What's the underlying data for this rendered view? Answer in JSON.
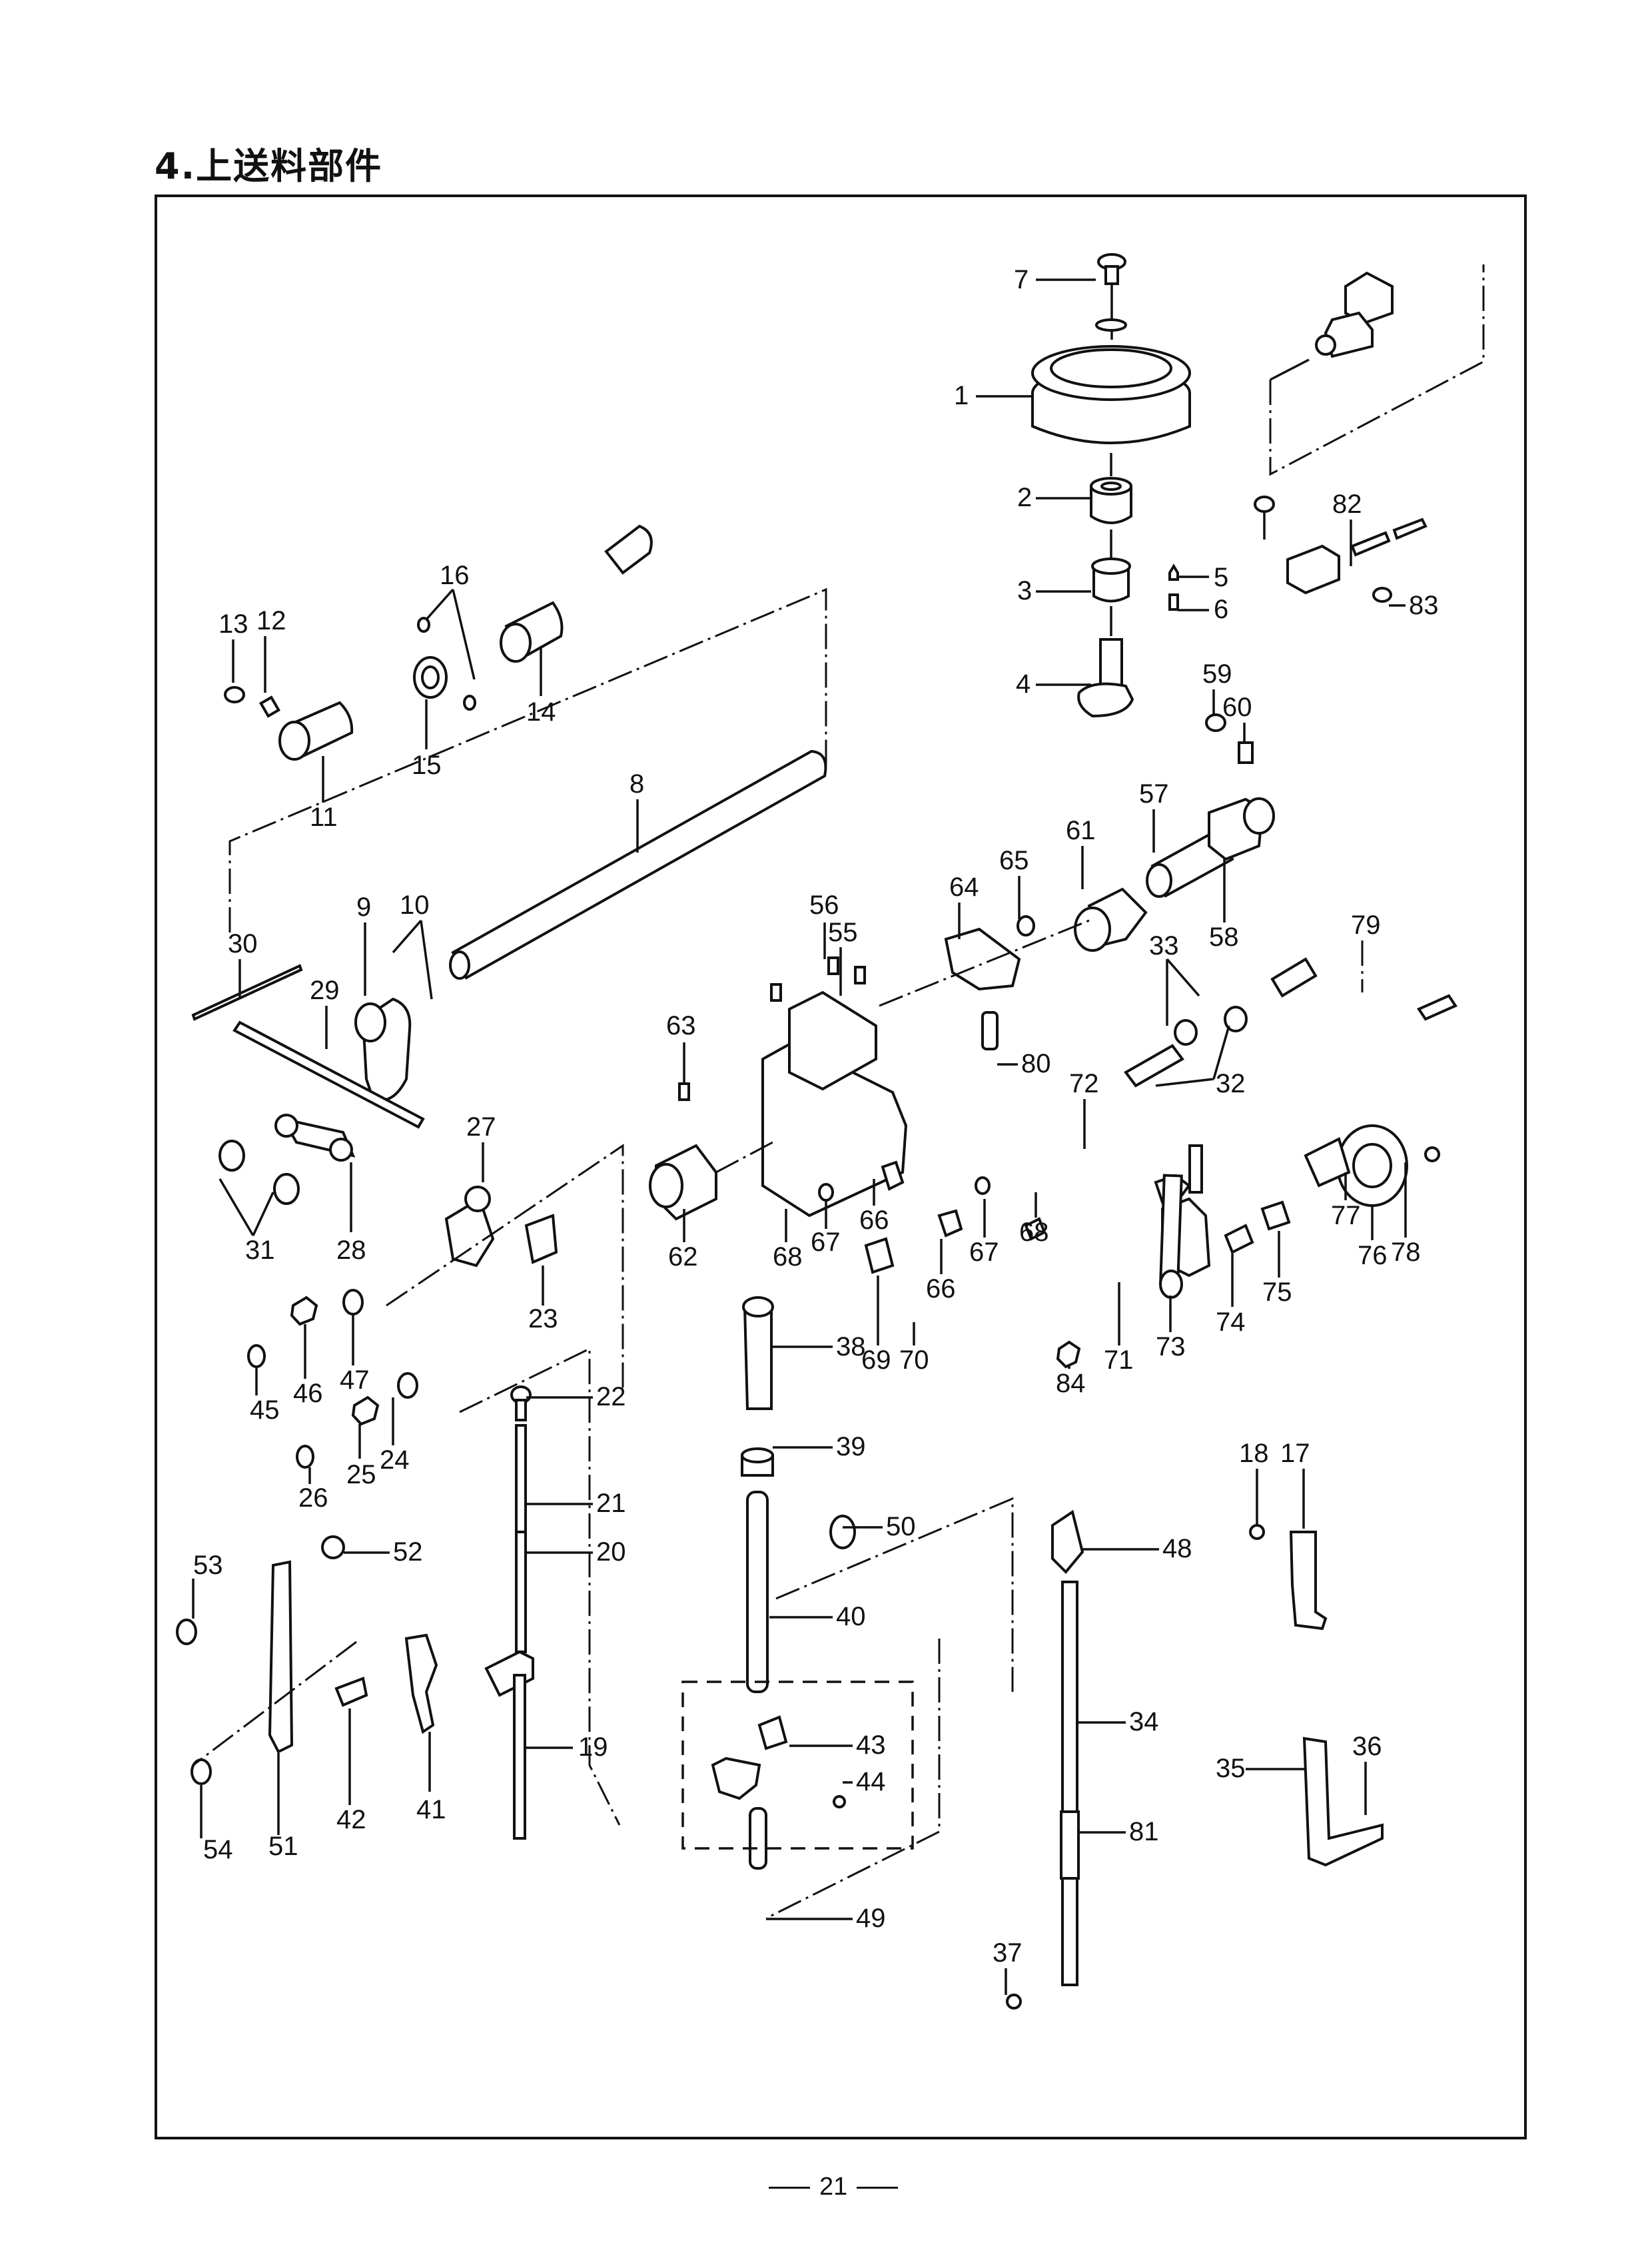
{
  "page": {
    "title": "4.上送料部件",
    "page_number": "21"
  },
  "diagram": {
    "type": "exploded parts diagram",
    "callouts": [
      {
        "id": "1",
        "label": "1"
      },
      {
        "id": "2",
        "label": "2"
      },
      {
        "id": "3",
        "label": "3"
      },
      {
        "id": "4",
        "label": "4"
      },
      {
        "id": "5",
        "label": "5"
      },
      {
        "id": "6",
        "label": "6"
      },
      {
        "id": "7",
        "label": "7"
      },
      {
        "id": "8",
        "label": "8"
      },
      {
        "id": "9",
        "label": "9"
      },
      {
        "id": "10",
        "label": "10"
      },
      {
        "id": "11",
        "label": "11"
      },
      {
        "id": "12",
        "label": "12"
      },
      {
        "id": "13",
        "label": "13"
      },
      {
        "id": "14",
        "label": "14"
      },
      {
        "id": "15",
        "label": "15"
      },
      {
        "id": "16",
        "label": "16"
      },
      {
        "id": "17",
        "label": "17"
      },
      {
        "id": "18",
        "label": "18"
      },
      {
        "id": "19",
        "label": "19"
      },
      {
        "id": "20",
        "label": "20"
      },
      {
        "id": "21",
        "label": "21"
      },
      {
        "id": "22",
        "label": "22"
      },
      {
        "id": "23",
        "label": "23"
      },
      {
        "id": "24",
        "label": "24"
      },
      {
        "id": "25",
        "label": "25"
      },
      {
        "id": "26",
        "label": "26"
      },
      {
        "id": "27",
        "label": "27"
      },
      {
        "id": "28",
        "label": "28"
      },
      {
        "id": "29",
        "label": "29"
      },
      {
        "id": "30",
        "label": "30"
      },
      {
        "id": "31",
        "label": "31"
      },
      {
        "id": "32",
        "label": "32"
      },
      {
        "id": "33",
        "label": "33"
      },
      {
        "id": "34",
        "label": "34"
      },
      {
        "id": "35",
        "label": "35"
      },
      {
        "id": "36",
        "label": "36"
      },
      {
        "id": "37",
        "label": "37"
      },
      {
        "id": "38",
        "label": "38"
      },
      {
        "id": "39",
        "label": "39"
      },
      {
        "id": "40",
        "label": "40"
      },
      {
        "id": "41",
        "label": "41"
      },
      {
        "id": "42",
        "label": "42"
      },
      {
        "id": "43",
        "label": "43"
      },
      {
        "id": "44",
        "label": "44"
      },
      {
        "id": "45",
        "label": "45"
      },
      {
        "id": "46",
        "label": "46"
      },
      {
        "id": "47",
        "label": "47"
      },
      {
        "id": "48",
        "label": "48"
      },
      {
        "id": "49",
        "label": "49"
      },
      {
        "id": "50",
        "label": "50"
      },
      {
        "id": "51",
        "label": "51"
      },
      {
        "id": "52",
        "label": "52"
      },
      {
        "id": "53",
        "label": "53"
      },
      {
        "id": "54",
        "label": "54"
      },
      {
        "id": "55",
        "label": "55"
      },
      {
        "id": "56",
        "label": "56"
      },
      {
        "id": "57",
        "label": "57"
      },
      {
        "id": "58",
        "label": "58"
      },
      {
        "id": "59",
        "label": "59"
      },
      {
        "id": "60",
        "label": "60"
      },
      {
        "id": "61",
        "label": "61"
      },
      {
        "id": "62",
        "label": "62"
      },
      {
        "id": "63",
        "label": "63"
      },
      {
        "id": "64",
        "label": "64"
      },
      {
        "id": "65",
        "label": "65"
      },
      {
        "id": "66a",
        "label": "66"
      },
      {
        "id": "66b",
        "label": "66"
      },
      {
        "id": "67a",
        "label": "67"
      },
      {
        "id": "67b",
        "label": "67"
      },
      {
        "id": "68a",
        "label": "68"
      },
      {
        "id": "68b",
        "label": "68"
      },
      {
        "id": "69",
        "label": "69"
      },
      {
        "id": "70",
        "label": "70"
      },
      {
        "id": "71",
        "label": "71"
      },
      {
        "id": "72",
        "label": "72"
      },
      {
        "id": "73",
        "label": "73"
      },
      {
        "id": "74",
        "label": "74"
      },
      {
        "id": "75",
        "label": "75"
      },
      {
        "id": "76",
        "label": "76"
      },
      {
        "id": "77",
        "label": "77"
      },
      {
        "id": "78",
        "label": "78"
      },
      {
        "id": "79",
        "label": "79"
      },
      {
        "id": "80",
        "label": "80"
      },
      {
        "id": "81",
        "label": "81"
      },
      {
        "id": "82",
        "label": "82"
      },
      {
        "id": "83",
        "label": "83"
      },
      {
        "id": "84",
        "label": "84"
      }
    ]
  }
}
